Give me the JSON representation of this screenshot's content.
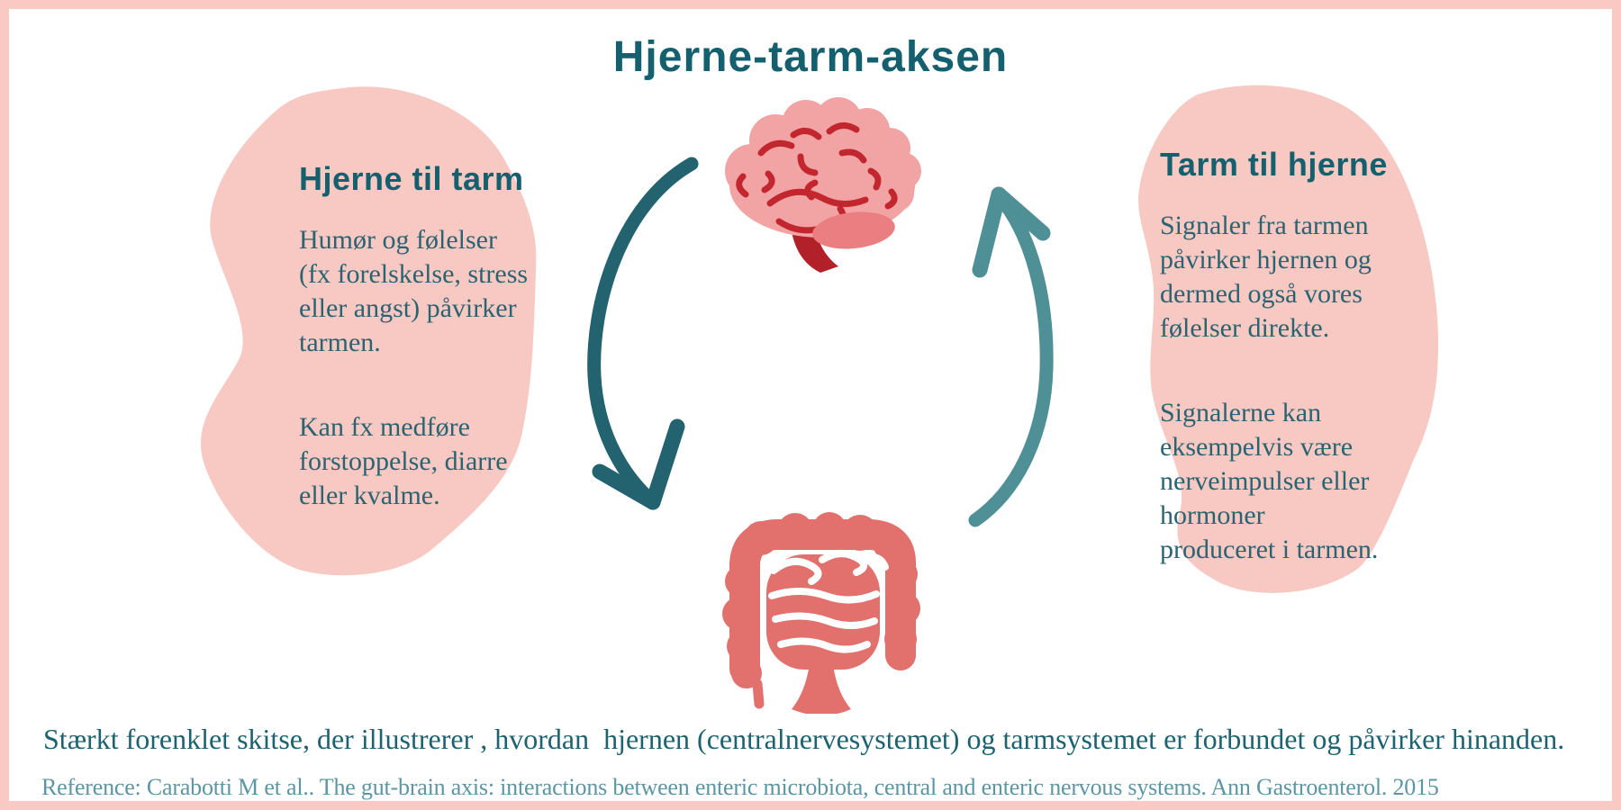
{
  "title": "Hjerne-tarm-aksen",
  "left_panel": {
    "heading": "Hjerne til tarm",
    "p1_lines": [
      "Humør og følelser",
      "(fx forelskelse, stress",
      "eller angst) påvirker",
      "tarmen."
    ],
    "p2_lines": [
      "Kan fx medføre",
      "forstoppelse, diarre",
      "eller kvalme."
    ]
  },
  "right_panel": {
    "heading": "Tarm til hjerne",
    "p1_lines": [
      "Signaler fra tarmen",
      "påvirker hjernen og",
      "dermed også vores",
      "følelser direkte."
    ],
    "p2_lines": [
      "Signalerne kan",
      "eksempelvis være",
      "nerveimpulser eller",
      "hormoner",
      "produceret i tarmen."
    ]
  },
  "caption": "Stærkt forenklet skitse, der illustrerer , hvordan  hjernen (centralnervesystemet) og tarmsystemet er forbundet og påvirker hinanden.",
  "reference": "Reference: Carabotti M et al.. The gut-brain axis: interactions between enteric microbiota, central and enteric nervous systems. Ann Gastroenterol. 2015",
  "icons": {
    "brain": "brain-illustration",
    "intestine": "intestine-illustration",
    "arrow_left": "arrow-brain-to-gut",
    "arrow_right": "arrow-gut-to-brain",
    "left_blob": "left-blob-shape",
    "right_blob": "right-blob-shape"
  },
  "colors": {
    "frame_pink": "#fbc9c3",
    "blob_pink": "#f8c9c2",
    "teal_dark": "#14606e",
    "teal_text": "#2a6372",
    "teal_caption": "#1d6270",
    "teal_reference": "#5b96a4",
    "arrow_dark": "#23626f",
    "arrow_light": "#4f8f96",
    "brain_pink": "#f2a3a3",
    "brain_line_red": "#c2262e",
    "brain_cerebellum": "#ea7e80",
    "brain_stem": "#b2212a",
    "gut_coral": "#e2716e",
    "gut_detail_white": "#ffffff"
  }
}
